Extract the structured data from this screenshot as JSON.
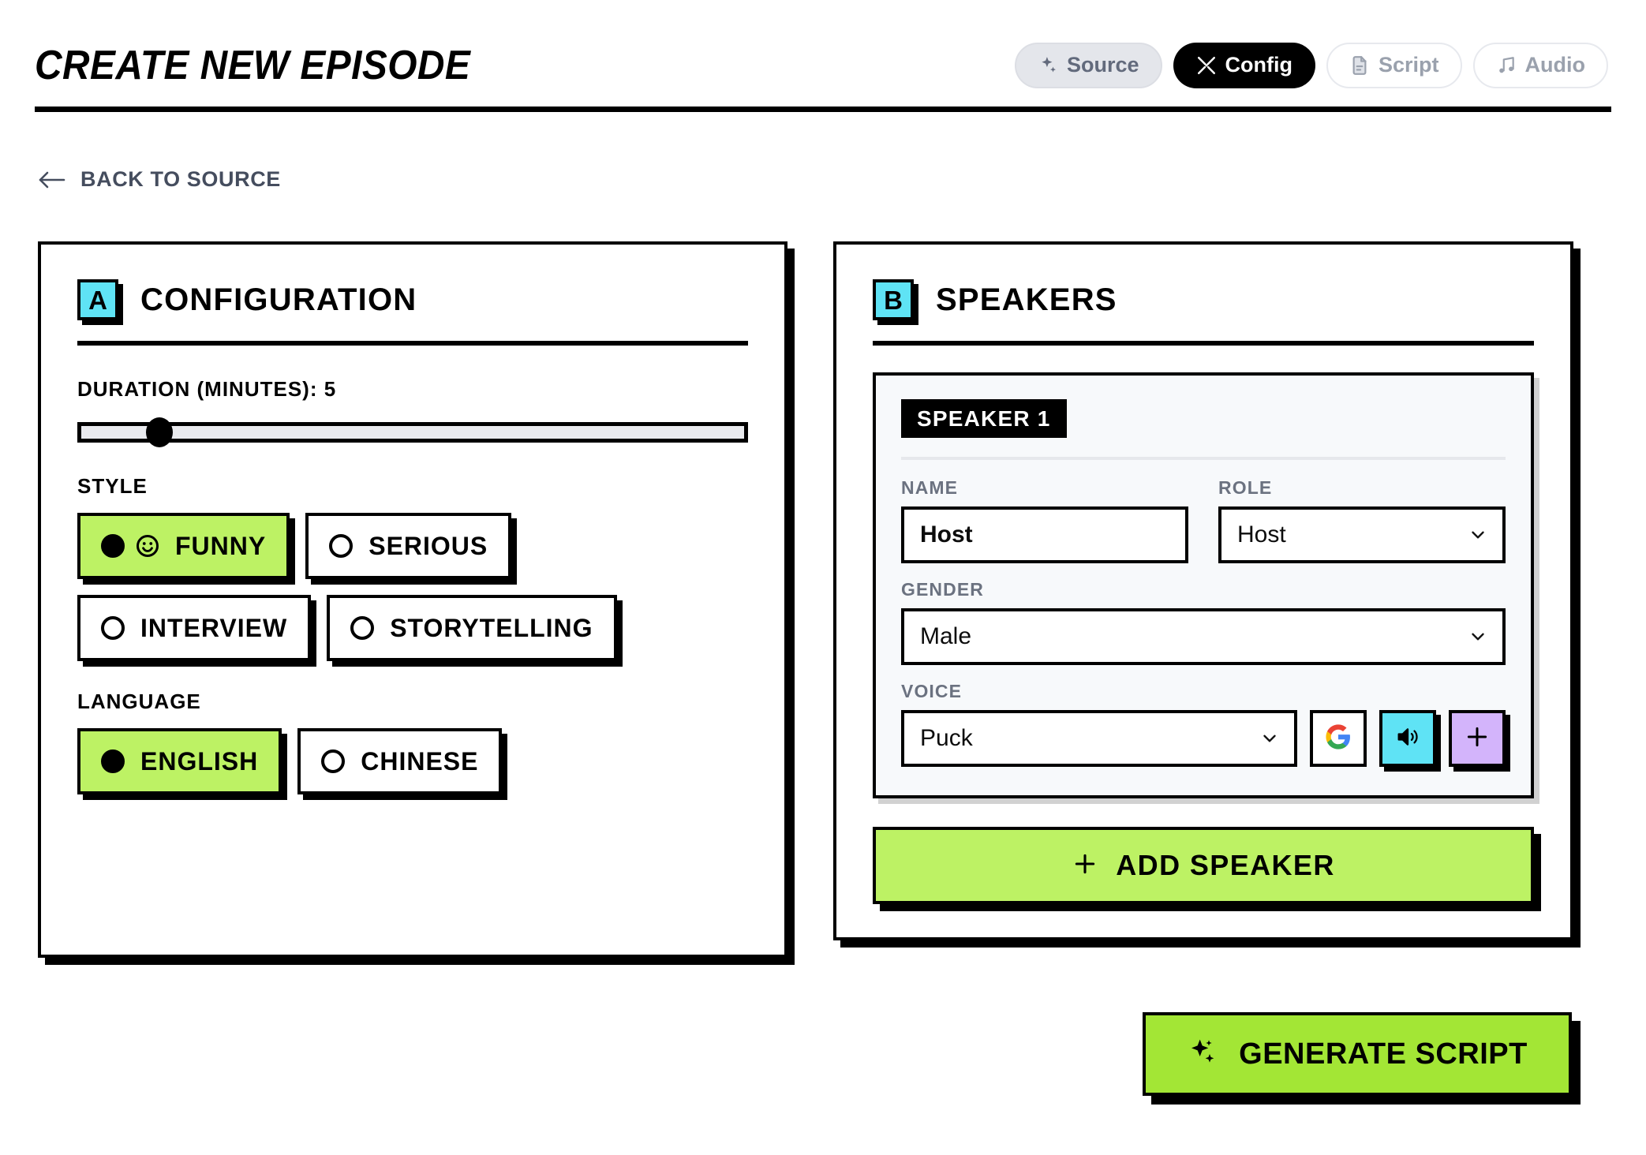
{
  "header": {
    "title": "CREATE NEW EPISODE",
    "tabs": [
      {
        "label": "Source",
        "icon": "sparkles-icon",
        "state": "muted"
      },
      {
        "label": "Config",
        "icon": "tools-icon",
        "state": "active"
      },
      {
        "label": "Script",
        "icon": "document-icon",
        "state": "ghost"
      },
      {
        "label": "Audio",
        "icon": "music-note-icon",
        "state": "ghost"
      }
    ]
  },
  "back_link": {
    "label": "BACK TO SOURCE",
    "icon": "arrow-left-icon"
  },
  "config_card": {
    "badge": "A",
    "title": "CONFIGURATION",
    "duration": {
      "label": "DURATION (MINUTES): 5",
      "value": 5,
      "min": 1,
      "max": 30
    },
    "style": {
      "label": "STYLE",
      "options": [
        {
          "label": "FUNNY",
          "selected": true,
          "emoji": "smiley-icon"
        },
        {
          "label": "SERIOUS",
          "selected": false
        },
        {
          "label": "INTERVIEW",
          "selected": false
        },
        {
          "label": "STORYTELLING",
          "selected": false
        }
      ]
    },
    "language": {
      "label": "LANGUAGE",
      "options": [
        {
          "label": "ENGLISH",
          "selected": true
        },
        {
          "label": "CHINESE",
          "selected": false
        }
      ]
    }
  },
  "speakers_card": {
    "badge": "B",
    "title": "SPEAKERS",
    "speaker": {
      "tag": "SPEAKER 1",
      "name_label": "NAME",
      "name_value": "Host",
      "name_placeholder": "Host",
      "role_label": "ROLE",
      "role_value": "Host",
      "gender_label": "GENDER",
      "gender_value": "Male",
      "voice_label": "VOICE",
      "voice_value": "Puck",
      "google_button": "google-icon",
      "preview_button": "speaker-volume-icon",
      "add_voice_button": "plus-icon"
    },
    "add_speaker_label": "ADD SPEAKER"
  },
  "generate": {
    "label": "GENERATE SCRIPT",
    "icon": "sparkles-icon"
  },
  "colors": {
    "lime_light": "#bdf264",
    "lime": "#a3e635",
    "cyan": "#5fe3f5",
    "purple": "#d3b4fb",
    "black": "#000000",
    "muted_text": "#6b7280"
  }
}
